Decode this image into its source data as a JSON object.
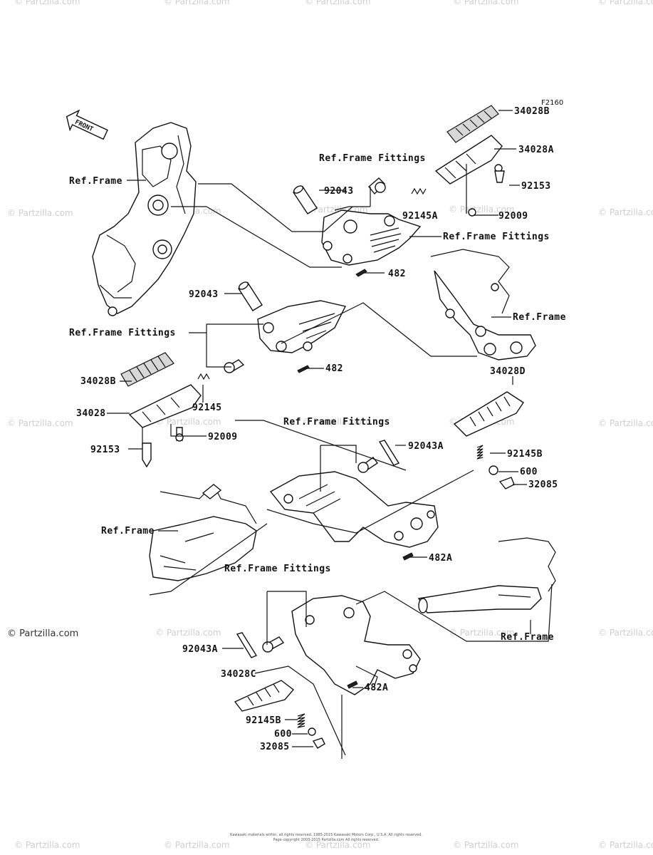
{
  "diagram": {
    "fig_code": "F2160",
    "front_label": "FRONT",
    "callouts": [
      {
        "id": "c1",
        "text": "34028B"
      },
      {
        "id": "c2",
        "text": "34028A"
      },
      {
        "id": "c3",
        "text": "Ref.Frame Fittings"
      },
      {
        "id": "c4",
        "text": "92153"
      },
      {
        "id": "c5",
        "text": "Ref.Frame"
      },
      {
        "id": "c6",
        "text": "92043"
      },
      {
        "id": "c7",
        "text": "92145A"
      },
      {
        "id": "c8",
        "text": "92009"
      },
      {
        "id": "c9",
        "text": "Ref.Frame Fittings"
      },
      {
        "id": "c10",
        "text": "482"
      },
      {
        "id": "c11",
        "text": "92043"
      },
      {
        "id": "c12",
        "text": "Ref.Frame"
      },
      {
        "id": "c13",
        "text": "Ref.Frame Fittings"
      },
      {
        "id": "c14",
        "text": "482"
      },
      {
        "id": "c15",
        "text": "34028D"
      },
      {
        "id": "c16",
        "text": "34028B"
      },
      {
        "id": "c17",
        "text": "92145"
      },
      {
        "id": "c18",
        "text": "34028"
      },
      {
        "id": "c19",
        "text": "92009"
      },
      {
        "id": "c20",
        "text": "92153"
      },
      {
        "id": "c21",
        "text": "Ref.Frame Fittings"
      },
      {
        "id": "c22",
        "text": "92043A"
      },
      {
        "id": "c23",
        "text": "92145B"
      },
      {
        "id": "c24",
        "text": "600"
      },
      {
        "id": "c25",
        "text": "32085"
      },
      {
        "id": "c26",
        "text": "Ref.Frame"
      },
      {
        "id": "c27",
        "text": "482A"
      },
      {
        "id": "c28",
        "text": "Ref.Frame Fittings"
      },
      {
        "id": "c29",
        "text": "Ref.Frame"
      },
      {
        "id": "c30",
        "text": "92043A"
      },
      {
        "id": "c31",
        "text": "34028C"
      },
      {
        "id": "c32",
        "text": "482A"
      },
      {
        "id": "c33",
        "text": "92145B"
      },
      {
        "id": "c34",
        "text": "600"
      },
      {
        "id": "c35",
        "text": "32085"
      }
    ]
  },
  "watermark": {
    "text": "© Partzilla.com"
  },
  "footer": {
    "line1": "Kawasaki materials within, all rights reserved. 1985-2015 Kawasaki Motors Corp., U.S.A. All rights reserved.",
    "line2": "Page copyright 2003-2015 Partzilla.com All rights reserved."
  }
}
